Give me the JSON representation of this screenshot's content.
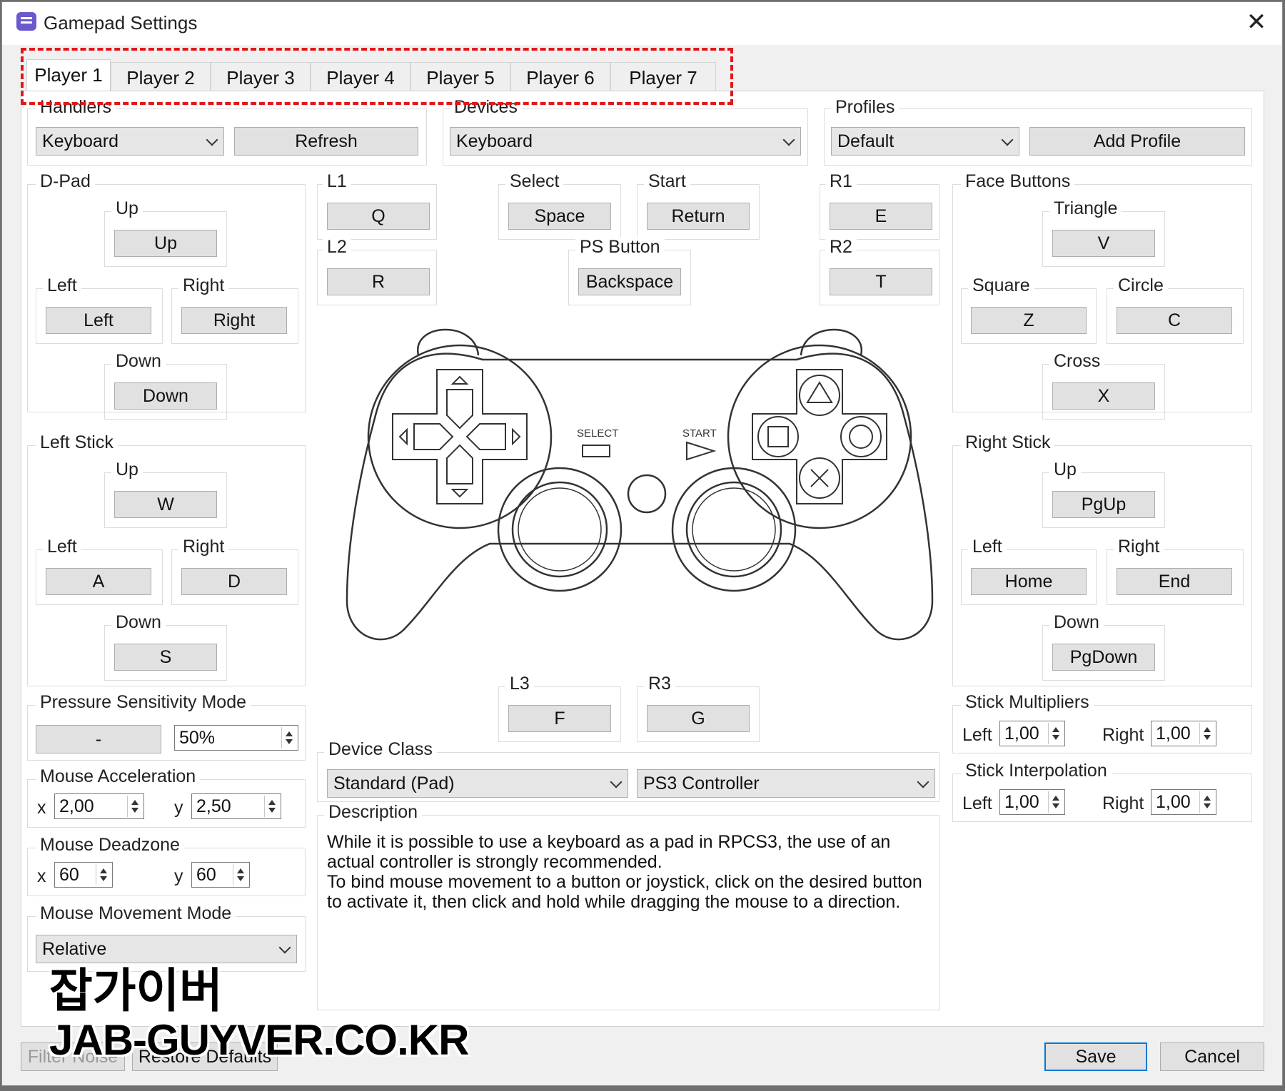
{
  "window": {
    "title": "Gamepad Settings",
    "close_icon": "close-icon"
  },
  "tabs": [
    "Player 1",
    "Player 2",
    "Player 3",
    "Player 4",
    "Player 5",
    "Player 6",
    "Player 7"
  ],
  "handlers": {
    "label": "Handlers",
    "value": "Keyboard",
    "refresh": "Refresh"
  },
  "devices": {
    "label": "Devices",
    "value": "Keyboard"
  },
  "profiles": {
    "label": "Profiles",
    "value": "Default",
    "add": "Add Profile"
  },
  "dpad": {
    "label": "D-Pad",
    "up_label": "Up",
    "up": "Up",
    "left_label": "Left",
    "left": "Left",
    "right_label": "Right",
    "right": "Right",
    "down_label": "Down",
    "down": "Down"
  },
  "left_stick": {
    "label": "Left Stick",
    "up_label": "Up",
    "up": "W",
    "left_label": "Left",
    "left": "A",
    "right_label": "Right",
    "right": "D",
    "down_label": "Down",
    "down": "S"
  },
  "shoulders": {
    "l1_label": "L1",
    "l1": "Q",
    "l2_label": "L2",
    "l2": "R",
    "r1_label": "R1",
    "r1": "E",
    "r2_label": "R2",
    "r2": "T"
  },
  "center": {
    "select_label": "Select",
    "select": "Space",
    "start_label": "Start",
    "start": "Return",
    "ps_label": "PS Button",
    "ps": "Backspace"
  },
  "face": {
    "label": "Face Buttons",
    "triangle_label": "Triangle",
    "triangle": "V",
    "square_label": "Square",
    "square": "Z",
    "circle_label": "Circle",
    "circle": "C",
    "cross_label": "Cross",
    "cross": "X"
  },
  "right_stick": {
    "label": "Right Stick",
    "up_label": "Up",
    "up": "PgUp",
    "left_label": "Left",
    "left": "Home",
    "right_label": "Right",
    "right": "End",
    "down_label": "Down",
    "down": "PgDown"
  },
  "sticks_click": {
    "l3_label": "L3",
    "l3": "F",
    "r3_label": "R3",
    "r3": "G"
  },
  "controller_image": {
    "select_text": "SELECT",
    "start_text": "START"
  },
  "pressure": {
    "label": "Pressure Sensitivity Mode",
    "button": "-",
    "value": "50%"
  },
  "mouse_accel": {
    "label": "Mouse Acceleration",
    "x_label": "x",
    "x": "2,00",
    "y_label": "y",
    "y": "2,50"
  },
  "mouse_deadzone": {
    "label": "Mouse Deadzone",
    "x_label": "x",
    "x": "60",
    "y_label": "y",
    "y": "60"
  },
  "mouse_movement": {
    "label": "Mouse Movement Mode",
    "value": "Relative"
  },
  "device_class": {
    "label": "Device Class",
    "class": "Standard (Pad)",
    "type": "PS3 Controller"
  },
  "description": {
    "label": "Description",
    "text": "While it is possible to use a keyboard as a pad in RPCS3, the use of an actual controller is strongly recommended.\nTo bind mouse movement to a button or joystick, click on the desired button to activate it, then click and hold while dragging the mouse to a direction."
  },
  "stick_multipliers": {
    "label": "Stick Multipliers",
    "left_label": "Left",
    "left": "1,00",
    "right_label": "Right",
    "right": "1,00"
  },
  "stick_interpolation": {
    "label": "Stick Interpolation",
    "left_label": "Left",
    "left": "1,00",
    "right_label": "Right",
    "right": "1,00"
  },
  "footer": {
    "filter_noise": "Filter Noise",
    "restore_defaults": "Restore Defaults",
    "save": "Save",
    "cancel": "Cancel"
  },
  "watermark": {
    "korean": "잡가이버",
    "url": "JAB-GUYVER.CO.KR"
  },
  "colors": {
    "highlight_box": "#e1171a",
    "save_border": "#0078d7",
    "window_bg": "#f0f0f0"
  }
}
